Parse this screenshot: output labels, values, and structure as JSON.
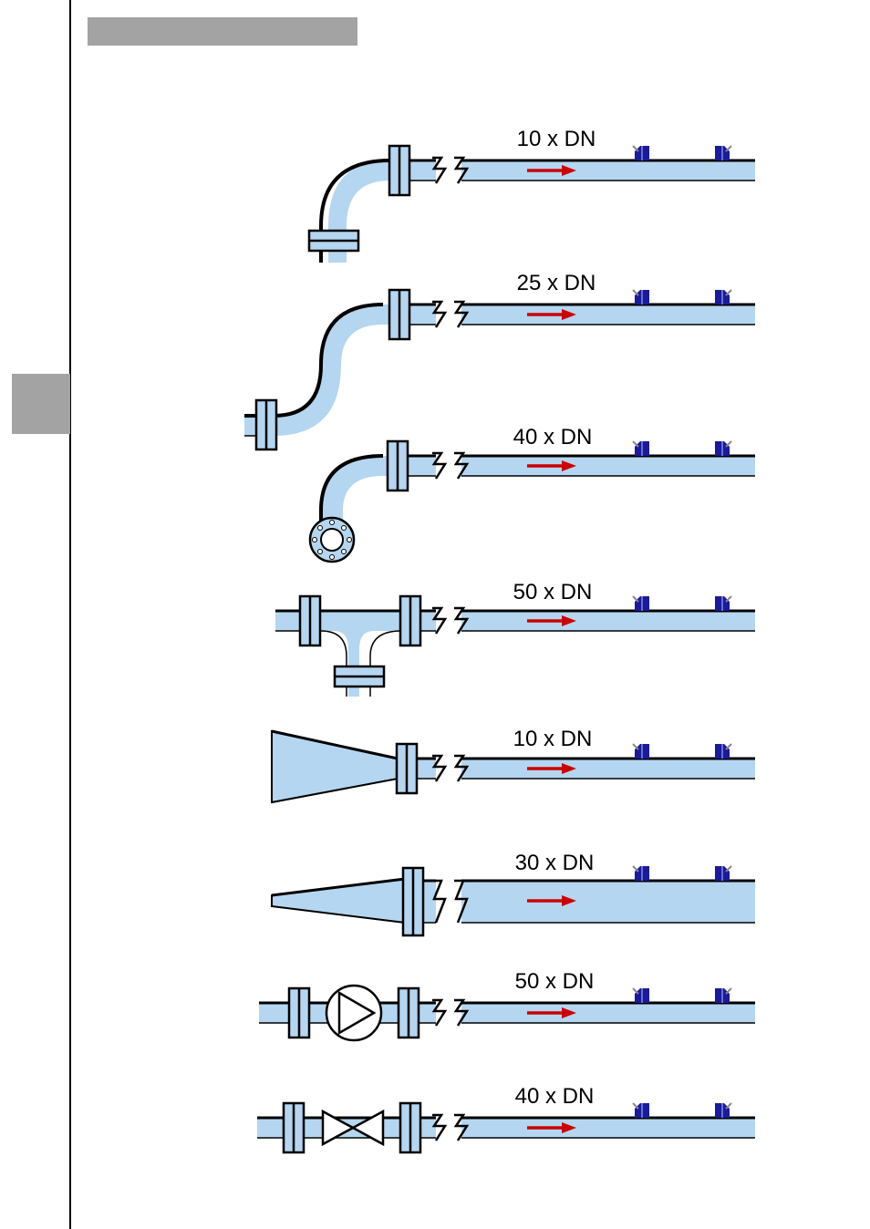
{
  "page": {
    "header_bar_color": "#a3a3a3",
    "side_tab_color": "#a3a3a3"
  },
  "colors": {
    "pipe_fill": "#b5d6f0",
    "outline": "#000000",
    "flow_arrow": "#cc0000",
    "sensor": "#1a1a9a"
  },
  "installations": [
    {
      "id": "elbow",
      "label": "10 x DN"
    },
    {
      "id": "double-bend",
      "label": "25 x DN"
    },
    {
      "id": "out-of-plane-elbow",
      "label": "40 x DN"
    },
    {
      "id": "tee",
      "label": "50 x DN"
    },
    {
      "id": "reducer",
      "label": "10 x DN"
    },
    {
      "id": "expander",
      "label": "30 x DN"
    },
    {
      "id": "pump",
      "label": "50 x DN"
    },
    {
      "id": "valve",
      "label": "40 x DN"
    }
  ]
}
